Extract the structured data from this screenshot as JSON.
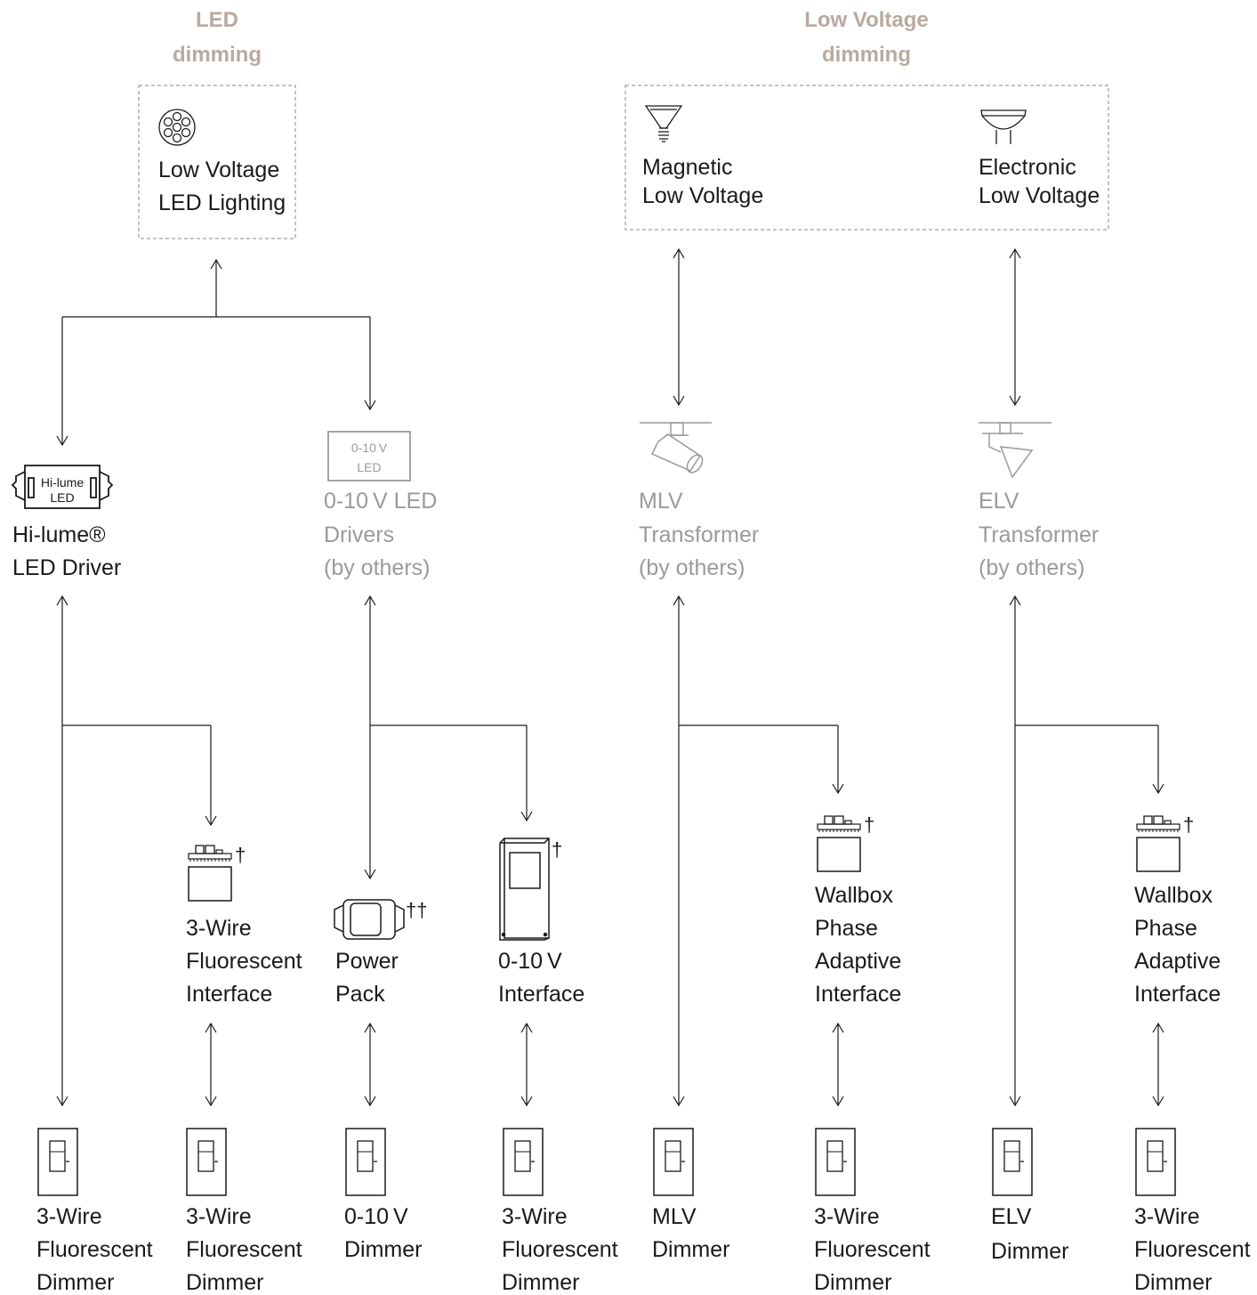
{
  "headings": {
    "led": [
      "LED",
      "dimming"
    ],
    "low_voltage": [
      "Low Voltage",
      "dimming"
    ]
  },
  "loads": {
    "led_lighting": [
      "Low Voltage",
      "LED Lighting"
    ],
    "magnetic": [
      "Magnetic",
      "Low Voltage"
    ],
    "electronic": [
      "Electronic",
      "Low Voltage"
    ]
  },
  "devices": {
    "hilume": {
      "lines": [
        "Hi-lume®",
        "LED Driver"
      ],
      "icon_text": [
        "Hi-lume",
        "LED"
      ]
    },
    "led_drivers": {
      "lines": [
        "0-10 V LED",
        "Drivers",
        "(by others)"
      ],
      "icon_text": [
        "0-10 V",
        "LED"
      ]
    },
    "mlv_transformer": {
      "lines": [
        "MLV",
        "Transformer",
        "(by others)"
      ]
    },
    "elv_transformer": {
      "lines": [
        "ELV",
        "Transformer",
        "(by others)"
      ]
    }
  },
  "interfaces": {
    "fluorescent_interface": {
      "lines": [
        "3-Wire",
        "Fluorescent",
        "Interface"
      ],
      "mark": "†"
    },
    "power_pack": {
      "lines": [
        "Power",
        "Pack"
      ],
      "mark": "††"
    },
    "interface_010": {
      "lines": [
        "0-10 V",
        "Interface"
      ],
      "mark": "†"
    },
    "phase_adaptive_1": {
      "lines": [
        "Wallbox",
        "Phase",
        "Adaptive",
        "Interface"
      ],
      "mark": "†"
    },
    "phase_adaptive_2": {
      "lines": [
        "Wallbox",
        "Phase",
        "Adaptive",
        "Interface"
      ],
      "mark": "†"
    }
  },
  "dimmers": [
    [
      "3-Wire",
      "Fluorescent",
      "Dimmer"
    ],
    [
      "3-Wire",
      "Fluorescent",
      "Dimmer"
    ],
    [
      "0-10 V",
      "Dimmer"
    ],
    [
      "3-Wire",
      "Fluorescent",
      "Dimmer"
    ],
    [
      "MLV",
      "Dimmer"
    ],
    [
      "3-Wire",
      "Fluorescent",
      "Dimmer"
    ],
    [
      "ELV",
      "Dimmer"
    ],
    [
      "3-Wire",
      "Fluorescent",
      "Dimmer"
    ]
  ],
  "icons": [
    "led-array-icon",
    "mr16-magnetic-lamp-icon",
    "mr16-electronic-lamp-icon",
    "hilume-driver-icon",
    "led-driver-box-icon",
    "track-head-cylinder-icon",
    "track-head-cone-icon",
    "wallbox-interface-icon",
    "power-pack-icon",
    "interface-panel-icon",
    "dimmer-icon"
  ],
  "colors": {
    "dark": "#1a1a1a",
    "grey": "#9a9a9a",
    "heading": "#b8aaa0",
    "dash": "#a0a0a0"
  }
}
